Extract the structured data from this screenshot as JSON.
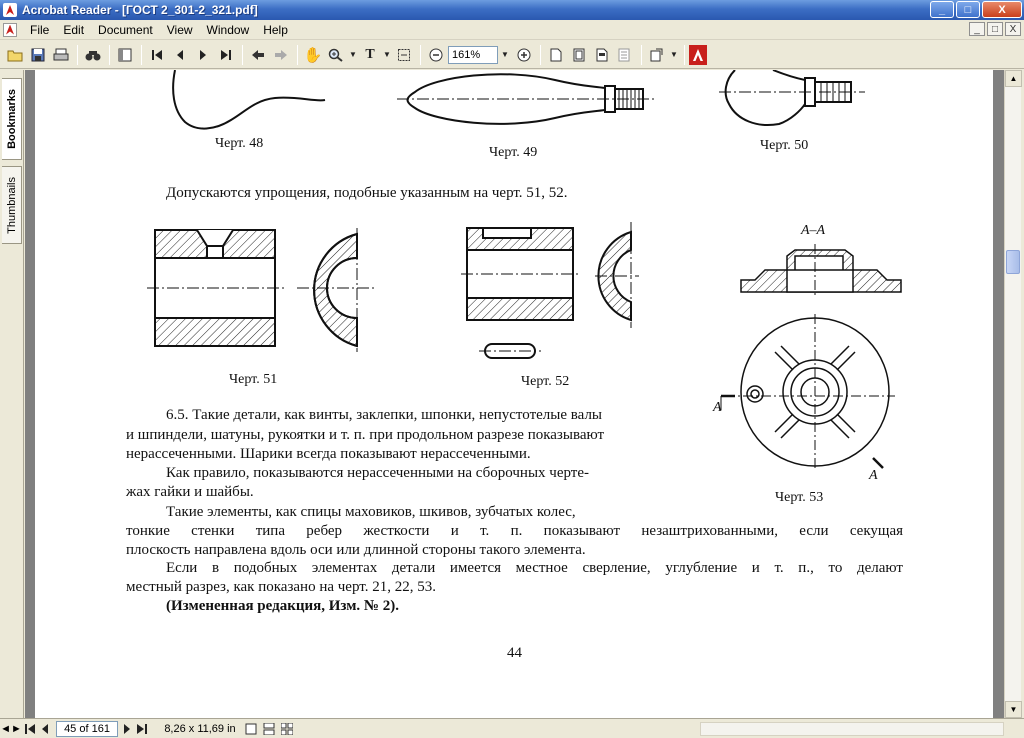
{
  "window": {
    "title": "Acrobat Reader - [ГОСТ 2_301-2_321.pdf]",
    "buttons": [
      "_",
      "□",
      "X"
    ]
  },
  "menu": {
    "items": [
      {
        "label": "File",
        "key": "F"
      },
      {
        "label": "Edit",
        "key": "E"
      },
      {
        "label": "Document",
        "key": "D"
      },
      {
        "label": "View",
        "key": "V"
      },
      {
        "label": "Window",
        "key": "W"
      },
      {
        "label": "Help",
        "key": "H"
      }
    ],
    "mdi_buttons": [
      "_",
      "□",
      "X"
    ]
  },
  "toolbar": {
    "zoom_value": "161%"
  },
  "sidebar": {
    "tabs": [
      "Bookmarks",
      "Thumbnails"
    ]
  },
  "page": {
    "captions": {
      "fig48": "Черт. 48",
      "fig49": "Черт. 49",
      "fig50": "Черт. 50",
      "fig51": "Черт. 51",
      "fig52": "Черт. 52",
      "fig53": "Черт. 53"
    },
    "section_label": "А–А",
    "arrow_labels": [
      "А",
      "А"
    ],
    "intro": "Допускаются упрощения, подобные указанным на черт. 51, 52.",
    "para1_line1": "6.5. Такие детали, как винты, заклепки, шпонки, непустотелые валы",
    "para1_line2": "и шпиндели, шатуны, рукоятки и т. п. при продольном разрезе показывают",
    "para1_line3": "нерассеченными. Шарики всегда показывают нерассеченными.",
    "para2_line1": "Как правило, показываются нерассеченными на сборочных черте-",
    "para2_line2": "жах гайки и шайбы.",
    "para3_line1": "Такие элементы, как спицы маховиков, шкивов, зубчатых колес,",
    "para3_line2": "тонкие стенки типа ребер жесткости и т. п. показывают незаштрихованными, если секущая",
    "para3_line3": "плоскость направлена вдоль оси или длинной стороны такого элемента.",
    "para4_line1": "Если в подобных элементах детали имеется местное сверление, углубление и т. п., то делают",
    "para4_line2": "местный разрез, как показано на черт. 21, 22, 53.",
    "amendment": "(Измененная редакция, Изм. № 2).",
    "page_number": "44"
  },
  "status": {
    "page_indicator": "45 of 161",
    "page_size": "8,26 x 11,69 in"
  }
}
